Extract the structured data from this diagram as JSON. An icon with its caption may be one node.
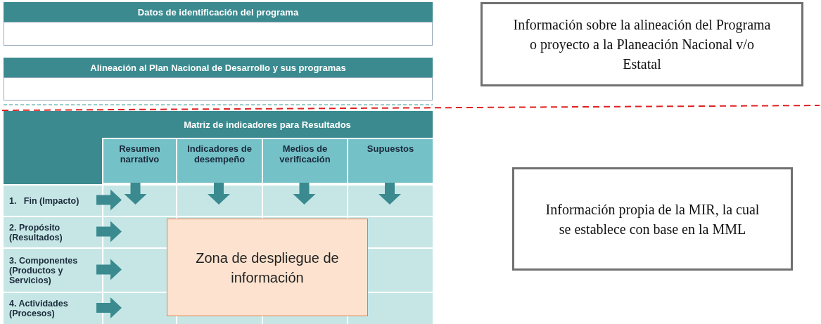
{
  "diagram": {
    "nodes": [
      {
        "text": [
          "Datos de identificación del programa"
        ]
      },
      {
        "text": [],
        "shape": "box"
      },
      {
        "text": [
          "Alineación al Plan Nacional de Desarrollo  y  sus programas"
        ]
      },
      {
        "text": [],
        "shape": "box"
      },
      {
        "text": [
          "Información sobre la alineación del Programa o proyecto a la Planeación Nacional v/o Estatal"
        ]
      },
      {
        "text": [
          "Matriz de indicadores para Resultados"
        ]
      },
      {
        "text": [
          "Resumen narrativo"
        ]
      },
      {
        "text": [
          "Indicadores de desempeño"
        ]
      },
      {
        "text": [
          "Medios de verificación"
        ]
      },
      {
        "text": [
          "Supuestos"
        ]
      },
      {
        "text": [
          "1.   Fin (Impacto)"
        ]
      },
      {
        "text": [
          "2. Propósito (Resultados)"
        ]
      },
      {
        "text": [
          "3. Componentes (Productos y Servicios)"
        ]
      },
      {
        "text": [
          "4. Actividades (Procesos)"
        ]
      },
      {
        "text": [
          "Zona de despliegue de información"
        ]
      },
      {
        "text": [
          "Información propia de la MIR, la cual se establece con base en la MML"
        ]
      }
    ],
    "edges": [
      {
        "from": 6,
        "to": null,
        "arrow": "to"
      },
      {
        "from": 7,
        "to": null,
        "arrow": "to"
      },
      {
        "from": 8,
        "to": null,
        "arrow": "to"
      },
      {
        "from": 9,
        "to": null,
        "arrow": "to"
      },
      {
        "from": 10,
        "to": null,
        "arrow": "to"
      },
      {
        "from": 11,
        "to": null,
        "arrow": "to"
      },
      {
        "from": 12,
        "to": null,
        "arrow": "to"
      },
      {
        "from": 13,
        "to": null,
        "arrow": "to"
      }
    ]
  }
}
